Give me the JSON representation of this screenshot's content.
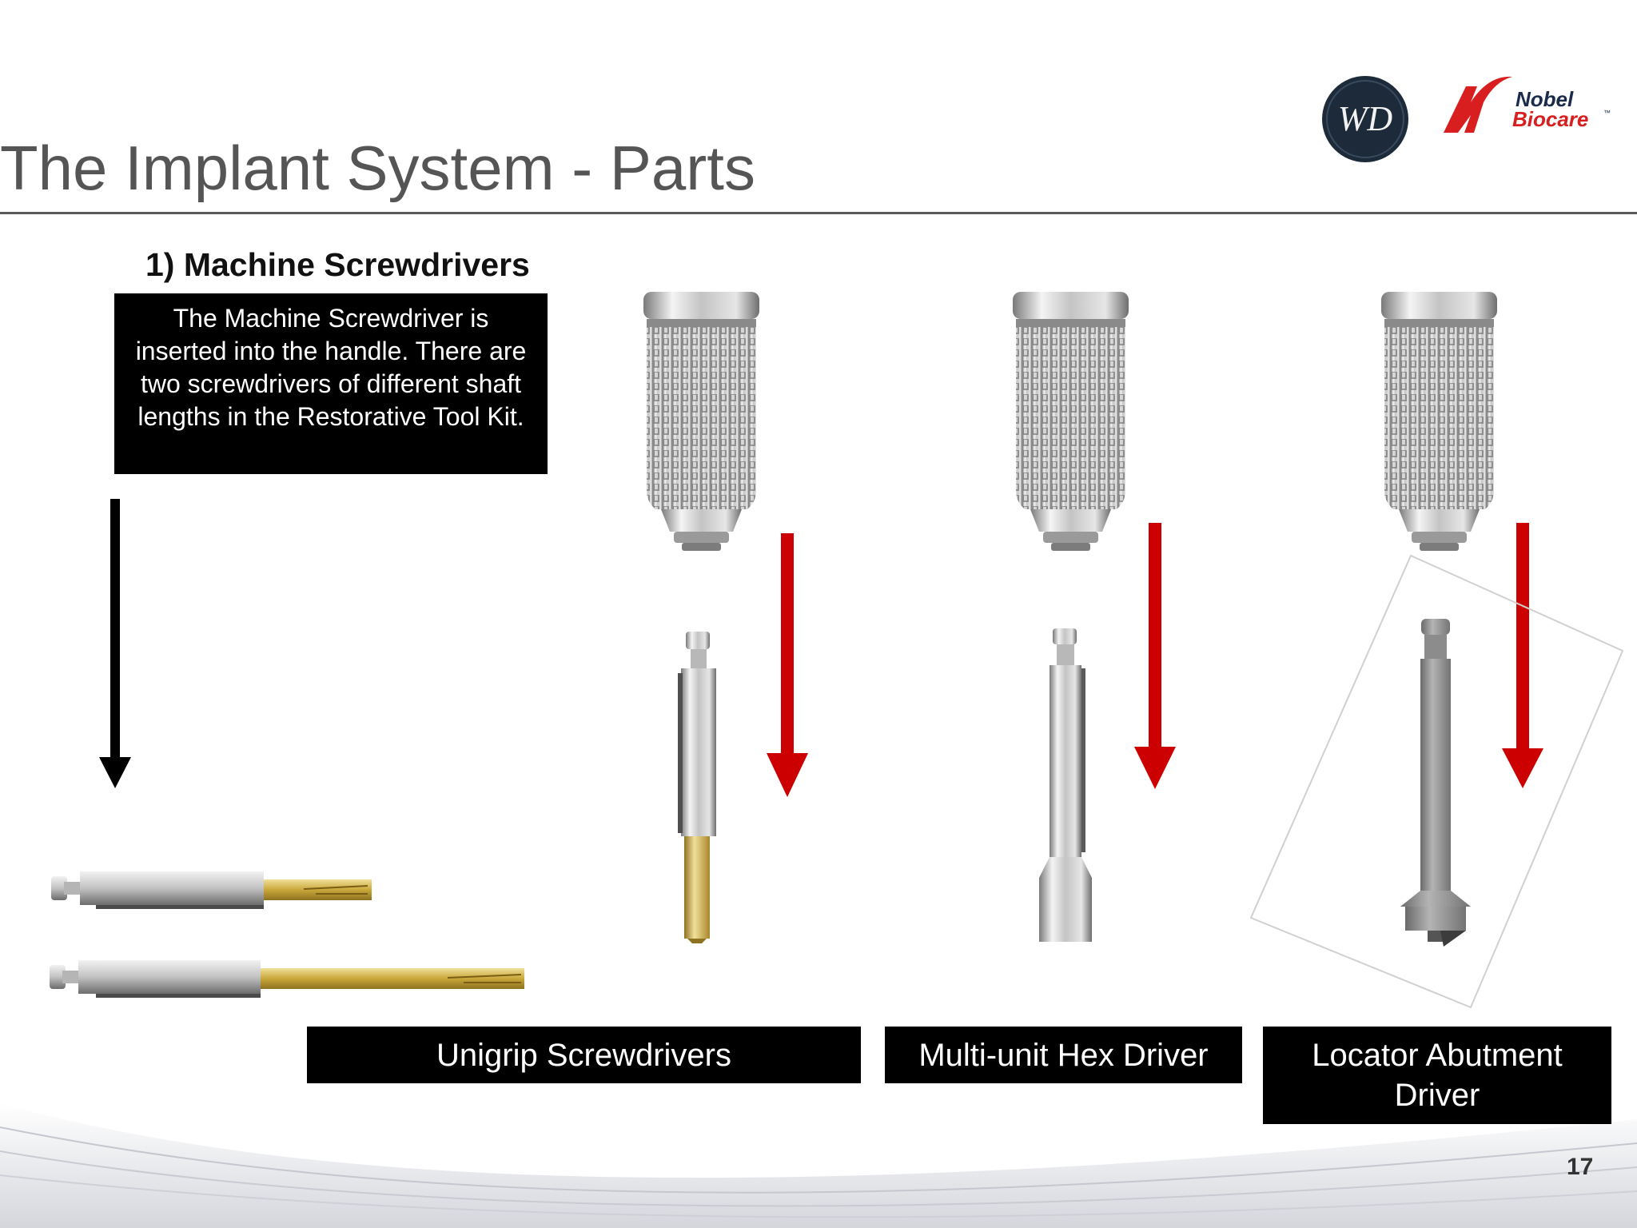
{
  "slide": {
    "title": "The Implant System - Parts",
    "heading": "1) Machine Screwdrivers",
    "description": "The Machine Screwdriver is inserted into the handle.  There are two screwdrivers of different shaft lengths in the Restorative Tool Kit.",
    "page_number": "17"
  },
  "logos": {
    "wd_monogram": "WD",
    "nobel_line1": "Nobel",
    "nobel_line2": "Biocare",
    "nobel_tm": "™"
  },
  "labels": {
    "unigrip": "Unigrip Screwdrivers",
    "multiunit": "Multi-unit Hex Driver",
    "locator_line1": "Locator Abutment",
    "locator_line2": "Driver"
  },
  "colors": {
    "arrow_red": "#cc0000",
    "arrow_black": "#000000",
    "title_gray": "#555555",
    "gold": "#c9a73a",
    "silver": "#c8c8c8",
    "logo_navy": "#1d2a3a",
    "logo_red": "#d81e1e"
  }
}
